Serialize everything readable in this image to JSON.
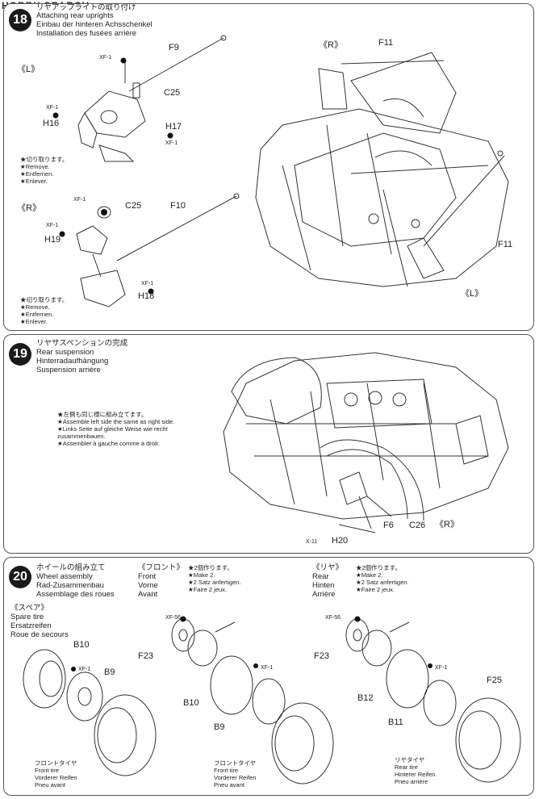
{
  "watermark": "HOBBY SEARCH",
  "step18": {
    "number": "18",
    "title_jp": "リヤアップライトの取り付け",
    "title_en": "Attaching rear uprights",
    "title_de": "Einbau der hinteren Achsschenkel",
    "title_fr": "Installation des fusées arrière",
    "side_l": "《L》",
    "side_r": "《R》",
    "side_r2": "《R》",
    "side_l2": "《L》",
    "parts": {
      "f9": "F9",
      "c25a": "C25",
      "h16": "H16",
      "h17": "H17",
      "f10": "F10",
      "c25b": "C25",
      "h19": "H19",
      "h18": "H18",
      "f11a": "F11",
      "f11b": "F11"
    },
    "xf": "XF-1",
    "remove_notes": [
      "★切り取ります。",
      "★Remove.",
      "★Entfernen.",
      "★Enlever."
    ]
  },
  "step19": {
    "number": "19",
    "title_jp": "リヤサスペンションの完成",
    "title_en": "Rear suspension",
    "title_de": "Hinterradaufhängung",
    "title_fr": "Suspension arrière",
    "notes": [
      "★左側も同じ様に組み立てます。",
      "★Assemble left side the same as right side.",
      "★Links Seite auf gleiche Weise wie recht",
      "zusammenbauen.",
      "★Assembler à gauche comme à droit."
    ],
    "parts": {
      "f6": "F6",
      "c26": "C26",
      "side": "《R》",
      "h20": "H20",
      "x11": "X-11"
    }
  },
  "step20": {
    "number": "20",
    "title_jp": "ホイールの組み立て",
    "title_en": "Wheel assembly",
    "title_de": "Rad-Zusammenbau",
    "title_fr": "Assemblage des roues",
    "front": {
      "jp": "《フロント》",
      "en": "Front",
      "de": "Vorne",
      "fr": "Avant"
    },
    "rear": {
      "jp": "《リヤ》",
      "en": "Rear",
      "de": "Hinten",
      "fr": "Arrière"
    },
    "make2": [
      "★2個作ります。",
      "★Make 2.",
      "★2 Satz anfertigen.",
      "★Faire 2 jeux."
    ],
    "spare": {
      "jp": "《スペア》",
      "en": "Spare tire",
      "de": "Ersatzreifen",
      "fr": "Roue de secours"
    },
    "front_tire": {
      "jp": "フロントタイヤ",
      "en": "Front tire",
      "de": "Vorderer Reifen",
      "fr": "Pneu avant"
    },
    "rear_tire": {
      "jp": "リヤタイヤ",
      "en": "Rear tire",
      "de": "Hinterer Reifen",
      "fr": "Pneu arrière"
    },
    "parts": {
      "b10a": "B10",
      "b9a": "B9",
      "f23a": "F23",
      "b10b": "B10",
      "b9b": "B9",
      "f23b": "F23",
      "b12": "B12",
      "b11": "B11",
      "f25": "F25"
    },
    "xf56": "XF-56",
    "xf1": "XF-1"
  }
}
